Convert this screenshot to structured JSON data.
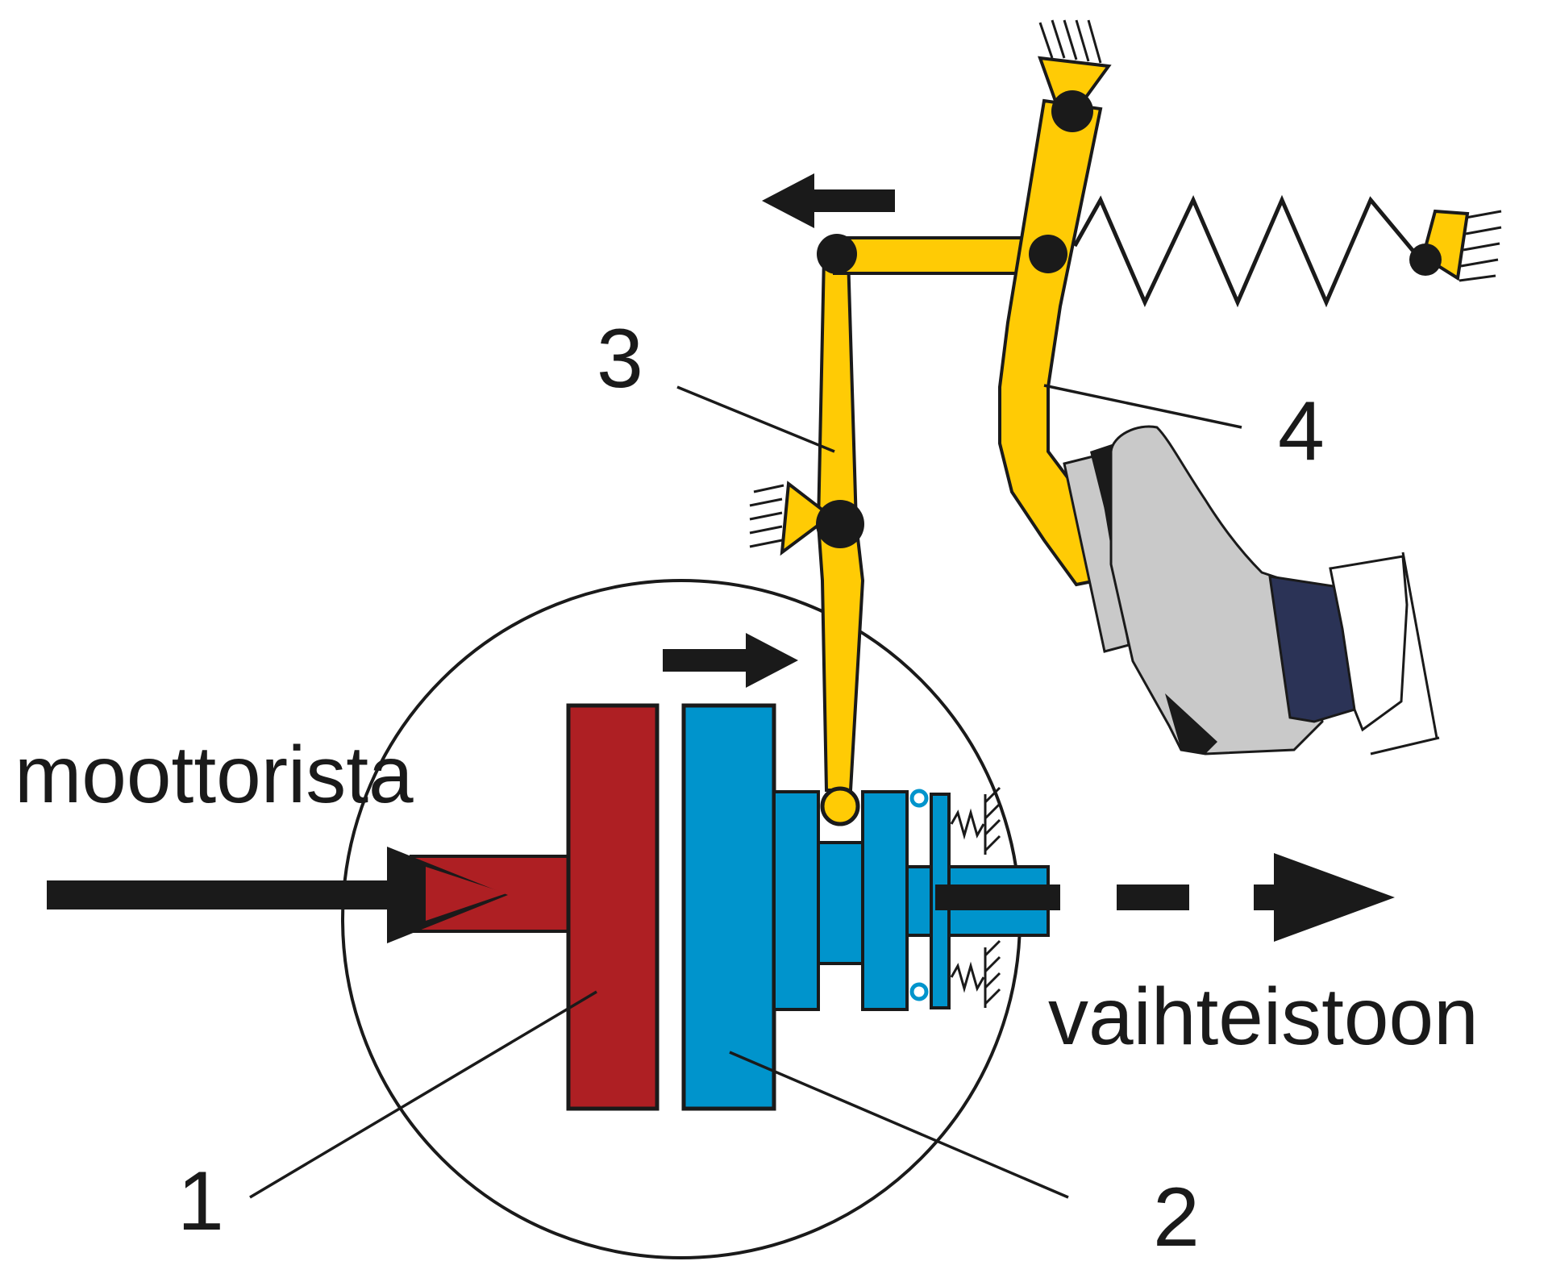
{
  "labels": {
    "input": "moottorista",
    "output": "vaihteistoon",
    "n1": "1",
    "n2": "2",
    "n3": "3",
    "n4": "4"
  },
  "colors": {
    "flywheel": "#ae1f23",
    "clutch": "#0094cc",
    "lever": "#ffcb05",
    "shoe": "#c9c9c9",
    "trouser": "#2b3356",
    "ink": "#1a1a1a"
  },
  "icons": {
    "drive_arrow": "arrow-right-icon",
    "release_arrow": "arrow-right-icon",
    "pedal_arrow": "arrow-left-icon",
    "output_arrow": "dashed-arrow-right-icon",
    "foot": "foot-icon"
  }
}
